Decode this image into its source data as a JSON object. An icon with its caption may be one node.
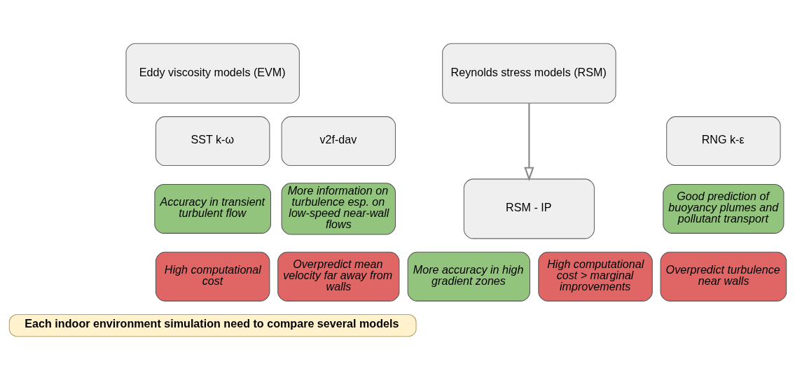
{
  "diagram": {
    "nodes": [
      {
        "text": [
          "Eddy viscosity models (EVM)"
        ]
      },
      {
        "text": [
          "Reynolds stress models (RSM)"
        ]
      },
      {
        "text": [
          "RNG k-ε"
        ]
      },
      {
        "text": [
          "SST k-ω"
        ]
      },
      {
        "text": [
          "v2f-dav"
        ]
      },
      {
        "text": [
          "Good prediction of buoyancy plumes and pollutant transport"
        ]
      },
      {
        "text": [
          "Accuracy in transient turbulent flow"
        ]
      },
      {
        "text": [
          "More information on turbulence esp. on low-speed near-wall flows"
        ]
      },
      {
        "text": [
          "Overpredict turbulence near walls"
        ]
      },
      {
        "text": [
          "High computational cost"
        ]
      },
      {
        "text": [
          "Overpredict mean velocity far away from walls"
        ]
      },
      {
        "text": [
          "RSM - IP"
        ]
      },
      {
        "text": [
          "More accuracy in high gradient zones"
        ]
      },
      {
        "text": [
          "High computational cost > marginal improvements"
        ]
      },
      {
        "text": [
          "Each indoor environment simulation need to compare several models"
        ]
      }
    ],
    "edges": [
      {
        "from": 1,
        "to": 11,
        "arrow": "to"
      }
    ]
  }
}
